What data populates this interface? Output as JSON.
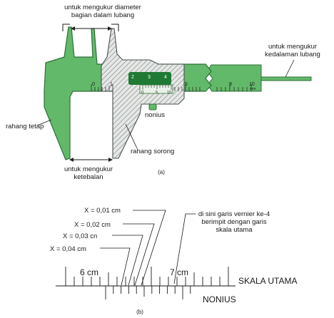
{
  "diagram_a": {
    "label_inside_diameter_1": "untuk mengukur diameter",
    "label_inside_diameter_2": "bagian dalam lubang",
    "label_depth_1": "untuk mengukur",
    "label_depth_2": "kedalaman lubang",
    "label_fixed_jaw": "rahang tetap",
    "label_sliding_jaw": "rahang sorong",
    "label_vernier": "nonius",
    "label_thickness_1": "untuk mengukur",
    "label_thickness_2": "ketebalan",
    "caption": "(a)",
    "main_scale_numbers": [
      "0",
      "1",
      "2",
      "3",
      "4",
      "5",
      "9",
      "10"
    ],
    "main_scale_unit": "mm",
    "vernier_numbers": [
      "0",
      "5",
      "10"
    ],
    "colors": {
      "body": "#63b96a",
      "edge": "#2e6f36",
      "hatch": "#9aa0a0",
      "window": "#1f7a33"
    }
  },
  "diagram_b": {
    "readings": [
      "X = 0,01 cm",
      "X = 0,02 cm",
      "X = 0,03 cn",
      "X = 0,04 cm"
    ],
    "note_1": "di sini garis vernier ke-4",
    "note_2": "berimpit dengan garis",
    "note_3": "skala utama",
    "main_label_6": "6 cm",
    "main_label_7": "7 cm",
    "main_scale_label": "SKALA UTAMA",
    "vernier_label": "NONIUS",
    "caption": "(b)"
  }
}
